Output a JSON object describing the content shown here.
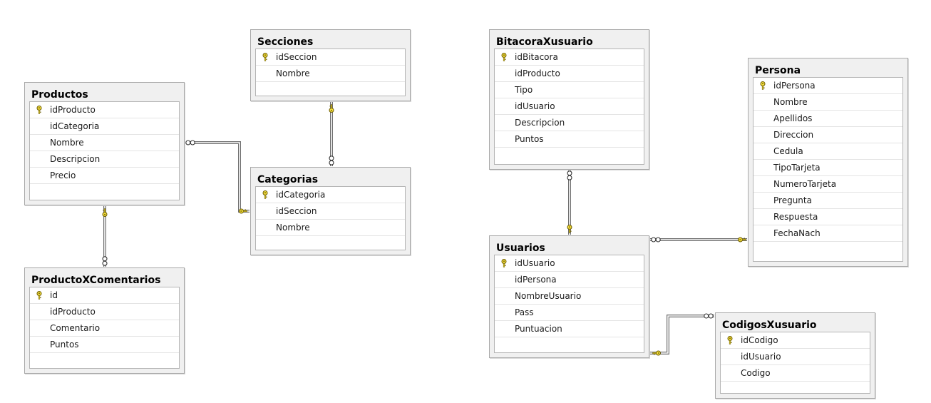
{
  "tables": [
    {
      "id": "productos",
      "name": "Productos",
      "columns": [
        {
          "name": "idProducto",
          "pk": true
        },
        {
          "name": "idCategoria",
          "pk": false
        },
        {
          "name": "Nombre",
          "pk": false
        },
        {
          "name": "Descripcion",
          "pk": false
        },
        {
          "name": "Precio",
          "pk": false
        }
      ]
    },
    {
      "id": "secciones",
      "name": "Secciones",
      "columns": [
        {
          "name": "idSeccion",
          "pk": true
        },
        {
          "name": "Nombre",
          "pk": false
        }
      ]
    },
    {
      "id": "categorias",
      "name": "Categorias",
      "columns": [
        {
          "name": "idCategoria",
          "pk": true
        },
        {
          "name": "idSeccion",
          "pk": false
        },
        {
          "name": "Nombre",
          "pk": false
        }
      ]
    },
    {
      "id": "productoxcomentarios",
      "name": "ProductoXComentarios",
      "columns": [
        {
          "name": "id",
          "pk": true
        },
        {
          "name": "idProducto",
          "pk": false
        },
        {
          "name": "Comentario",
          "pk": false
        },
        {
          "name": "Puntos",
          "pk": false
        }
      ]
    },
    {
      "id": "bitacoraxusuario",
      "name": "BitacoraXusuario",
      "columns": [
        {
          "name": "idBitacora",
          "pk": true
        },
        {
          "name": "idProducto",
          "pk": false
        },
        {
          "name": "Tipo",
          "pk": false
        },
        {
          "name": "idUsuario",
          "pk": false
        },
        {
          "name": "Descripcion",
          "pk": false
        },
        {
          "name": "Puntos",
          "pk": false
        }
      ]
    },
    {
      "id": "persona",
      "name": "Persona",
      "columns": [
        {
          "name": "idPersona",
          "pk": true
        },
        {
          "name": "Nombre",
          "pk": false
        },
        {
          "name": "Apellidos",
          "pk": false
        },
        {
          "name": "Direccion",
          "pk": false
        },
        {
          "name": "Cedula",
          "pk": false
        },
        {
          "name": "TipoTarjeta",
          "pk": false
        },
        {
          "name": "NumeroTarjeta",
          "pk": false
        },
        {
          "name": "Pregunta",
          "pk": false
        },
        {
          "name": "Respuesta",
          "pk": false
        },
        {
          "name": "FechaNach",
          "pk": false
        }
      ]
    },
    {
      "id": "usuarios",
      "name": "Usuarios",
      "columns": [
        {
          "name": "idUsuario",
          "pk": true
        },
        {
          "name": "idPersona",
          "pk": false
        },
        {
          "name": "NombreUsuario",
          "pk": false
        },
        {
          "name": "Pass",
          "pk": false
        },
        {
          "name": "Puntuacion",
          "pk": false
        }
      ]
    },
    {
      "id": "codigosxusuario",
      "name": "CodigosXusuario",
      "columns": [
        {
          "name": "idCodigo",
          "pk": true
        },
        {
          "name": "idUsuario",
          "pk": false
        },
        {
          "name": "Codigo",
          "pk": false
        }
      ]
    }
  ],
  "relationships": [
    {
      "from": "productos",
      "to": "categorias",
      "one_end": "categorias",
      "many_end": "productos"
    },
    {
      "from": "secciones",
      "to": "categorias",
      "one_end": "secciones",
      "many_end": "categorias"
    },
    {
      "from": "productos",
      "to": "productoxcomentarios",
      "one_end": "productos",
      "many_end": "productoxcomentarios"
    },
    {
      "from": "bitacoraxusuario",
      "to": "usuarios",
      "one_end": "usuarios",
      "many_end": "bitacoraxusuario"
    },
    {
      "from": "usuarios",
      "to": "persona",
      "one_end": "persona",
      "many_end": "usuarios"
    },
    {
      "from": "usuarios",
      "to": "codigosxusuario",
      "one_end": "usuarios",
      "many_end": "codigosxusuario"
    }
  ],
  "colors": {
    "key_fill": "#f2dd3c",
    "key_stroke": "#6b5a00",
    "line": "#6e6e6e",
    "table_bg": "#f0f0f0"
  },
  "icons": {
    "primary_key": "key-icon",
    "one_end": "key-icon",
    "many_end": "infinity-icon"
  }
}
